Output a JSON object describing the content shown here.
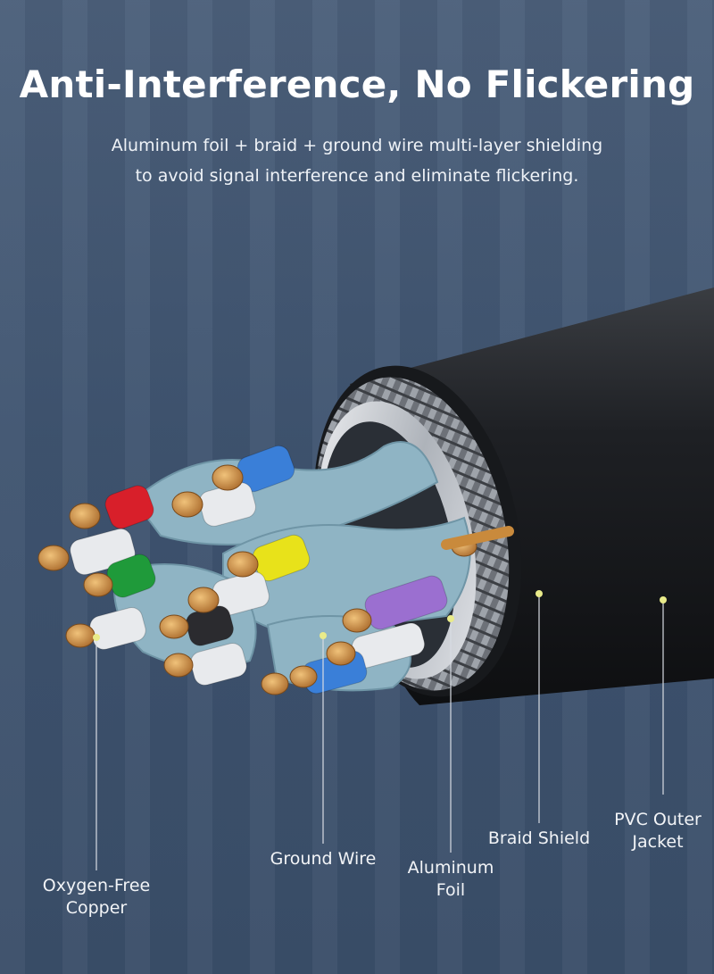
{
  "header": {
    "title": "Anti-Interference, No Flickering",
    "subtitle_line1": "Aluminum foil + braid + ground wire multi-layer shielding",
    "subtitle_line2": "to avoid signal interference and eliminate flickering."
  },
  "callouts": {
    "copper": {
      "line1": "Oxygen-Free",
      "line2": "Copper"
    },
    "ground_wire": {
      "line1": "Ground Wire"
    },
    "aluminum_foil": {
      "line1": "Aluminum",
      "line2": "Foil"
    },
    "braid_shield": {
      "line1": "Braid Shield"
    },
    "pvc_jacket": {
      "line1": "PVC Outer",
      "line2": "Jacket"
    }
  },
  "colors": {
    "callout_dot": "#e9eb8a",
    "jacket": "#1b1d20",
    "pair_insulation": "#8fb4c4",
    "wire_red": "#d81f2a",
    "wire_blue": "#3a7fd8",
    "wire_green": "#1f9a3a",
    "wire_yellow": "#e8e21a",
    "wire_purple": "#9b6fd0",
    "copper": "#c98a3c"
  }
}
